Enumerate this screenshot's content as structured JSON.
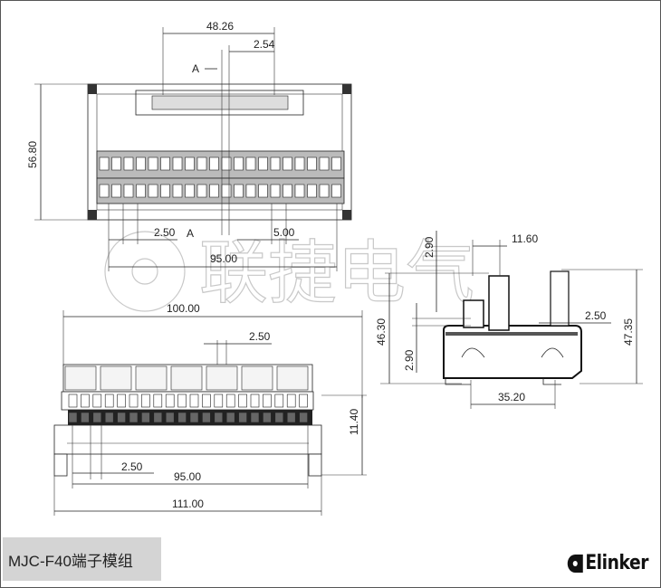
{
  "title": "MJC-F40端子模组",
  "brand": "Elinker",
  "watermark": "联捷电气",
  "top_view": {
    "dims": {
      "width_header": "48.26",
      "pitch_header": "2.54",
      "height": "56.80",
      "pitch_a": "2.50",
      "pitch_b": "5.00",
      "length": "95.00",
      "section_top": "A",
      "section_bottom": "A"
    }
  },
  "front_view": {
    "dims": {
      "overall_top": "100.00",
      "pitch_top": "2.50",
      "height": "11.40",
      "pitch_bottom": "2.50",
      "length": "95.00",
      "overall": "111.00"
    }
  },
  "side_view": {
    "dims": {
      "offset_top": "2.90",
      "width_top": "11.60",
      "height_left": "46.30",
      "height_right": "47.35",
      "pitch": "2.50",
      "offset_bottom": "2.90",
      "rail": "35.20"
    }
  }
}
